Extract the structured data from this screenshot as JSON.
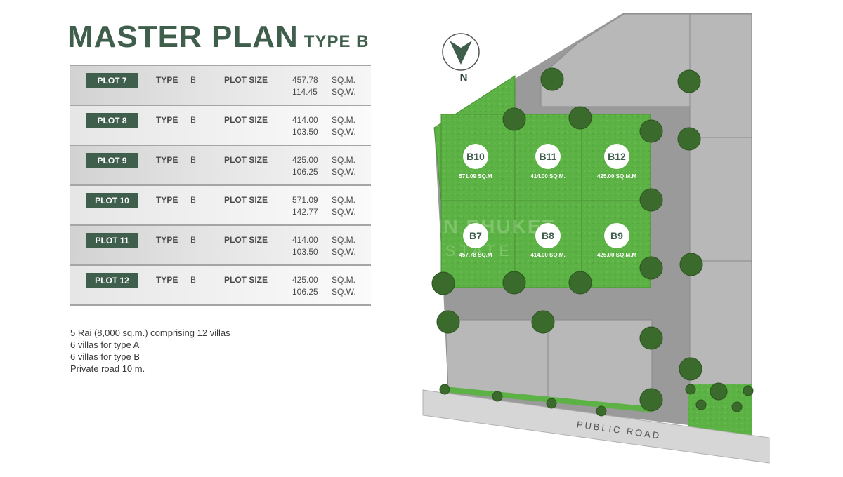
{
  "title": {
    "main": "MASTER PLAN",
    "sub": "TYPE B"
  },
  "table": {
    "type_label": "TYPE",
    "size_label": "PLOT SIZE",
    "unit_sqm": "SQ.M.",
    "unit_sqw": "SQ.W.",
    "rows": [
      {
        "plot": "PLOT 7",
        "type": "B",
        "sqm": "457.78",
        "sqw": "114.45"
      },
      {
        "plot": "PLOT 8",
        "type": "B",
        "sqm": "414.00",
        "sqw": "103.50"
      },
      {
        "plot": "PLOT 9",
        "type": "B",
        "sqm": "425.00",
        "sqw": "106.25"
      },
      {
        "plot": "PLOT 10",
        "type": "B",
        "sqm": "571.09",
        "sqw": "142.77"
      },
      {
        "plot": "PLOT 11",
        "type": "B",
        "sqm": "414.00",
        "sqw": "103.50"
      },
      {
        "plot": "PLOT 12",
        "type": "B",
        "sqm": "425.00",
        "sqw": "106.25"
      }
    ]
  },
  "notes": [
    "5 Rai (8,000 sq.m.) comprising 12 villas",
    "6 villas for type A",
    "6 villas for type B",
    "Private road 10 m."
  ],
  "map": {
    "compass_label": "N",
    "road_label": "PUBLIC ROAD",
    "watermark": {
      "line1": "HOME IN PHUKET",
      "line2": "REAL ESTATE"
    },
    "plots": [
      {
        "id": "B10",
        "area": "571.09 SQ.M"
      },
      {
        "id": "B11",
        "area": "414.00 SQ.M."
      },
      {
        "id": "B12",
        "area": "425.00 SQ.M.M"
      },
      {
        "id": "B7",
        "area": "457.78 SQ.M"
      },
      {
        "id": "B8",
        "area": "414.00 SQ.M."
      },
      {
        "id": "B9",
        "area": "425.00 SQ.M.M"
      }
    ]
  },
  "colors": {
    "brand": "#3f5e4c",
    "lot_green": "#5cb244",
    "road_gray": "#9a9a9a",
    "lot_gray": "#b8b8b8",
    "tree": "#3b6b2c"
  }
}
